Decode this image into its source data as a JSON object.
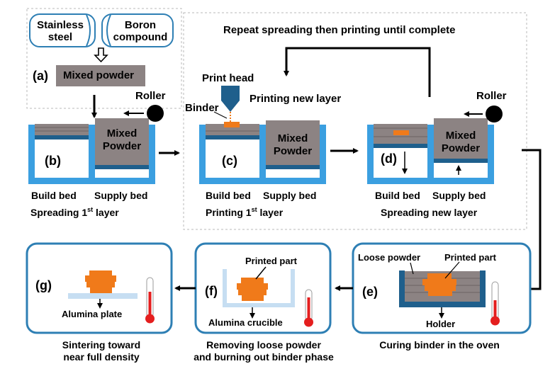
{
  "materials": {
    "stainless_steel": "Stainless\nsteel",
    "boron_compound": "Boron\ncompound",
    "mixed_powder": "Mixed powder"
  },
  "step_letters": {
    "a": "(a)",
    "b": "(b)",
    "c": "(c)",
    "d": "(d)",
    "e": "(e)",
    "f": "(f)",
    "g": "(g)"
  },
  "labels": {
    "roller": "Roller",
    "mixed_powder_bed": "Mixed\nPowder",
    "build_bed": "Build bed",
    "supply_bed": "Supply bed",
    "print_head": "Print head",
    "binder": "Binder",
    "printing_new_layer": "Printing new layer",
    "repeat": "Repeat spreading then printing until complete",
    "loose_powder": "Loose powder",
    "printed_part": "Printed part",
    "holder": "Holder",
    "alumina_crucible": "Alumina crucible",
    "alumina_plate": "Alumina plate"
  },
  "captions": {
    "b_prefix": "Spreading  1",
    "b_sup": "st",
    "b_suffix": " layer",
    "c_prefix": "Printing  1",
    "c_sup": "st",
    "c_suffix": " layer",
    "d": "Spreading new layer",
    "e": "Curing binder in the oven",
    "f_line1": "Removing loose powder",
    "f_line2": "and burning out binder phase",
    "g_line1": "Sintering toward",
    "g_line2": "near full density"
  },
  "colors": {
    "bed_blue": "#3b9fe0",
    "dark_blue": "#1f5f8c",
    "powder_gray": "#8c8383",
    "part_orange": "#f07a1a",
    "panel_border": "#2e7fb4",
    "thermo_red": "#e41e1e",
    "crucible_blue": "#c6def2"
  }
}
